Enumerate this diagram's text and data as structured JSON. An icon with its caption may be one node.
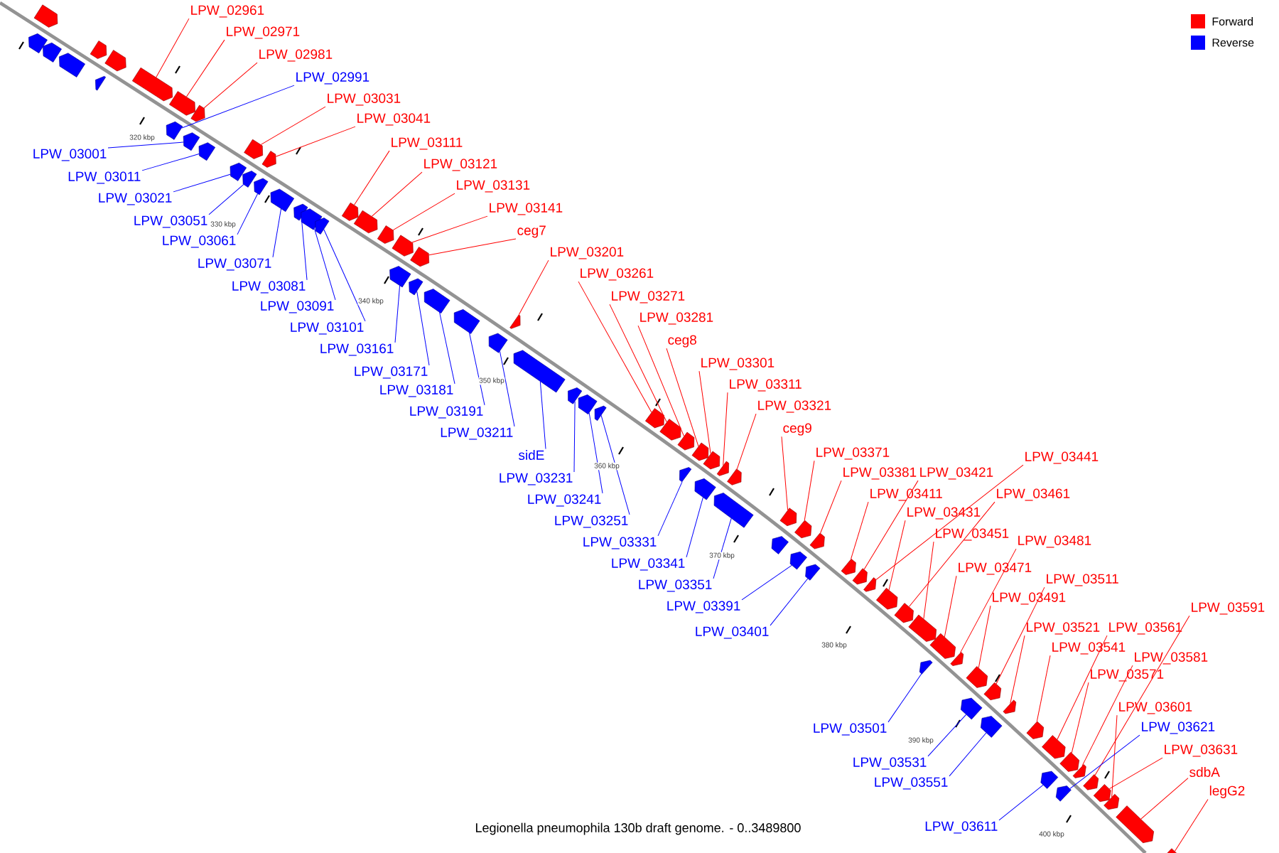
{
  "diagram": {
    "caption": "Legionella pneumophila 130b draft genome. - 0..3489800",
    "nodes": [
      {
        "text": [
          "LPW_02961"
        ]
      },
      {
        "text": [
          "LPW_02971"
        ]
      },
      {
        "text": [
          "LPW_02981"
        ]
      },
      {
        "text": [
          "LPW_02991"
        ]
      },
      {
        "text": [
          "LPW_03031"
        ]
      },
      {
        "text": [
          "LPW_03041"
        ]
      },
      {
        "text": [
          "LPW_03111"
        ]
      },
      {
        "text": [
          "LPW_03001"
        ]
      },
      {
        "text": [
          "LPW_03121"
        ]
      },
      {
        "text": [
          "LPW_03011"
        ]
      },
      {
        "text": [
          "LPW_03131"
        ]
      },
      {
        "text": [
          "LPW_03021"
        ]
      },
      {
        "text": [
          "LPW_03141"
        ]
      },
      {
        "text": [
          "LPW_03051"
        ]
      },
      {
        "text": [
          "ceg7"
        ]
      },
      {
        "text": [
          "LPW_03061"
        ]
      },
      {
        "text": [
          "LPW_03201"
        ]
      },
      {
        "text": [
          "LPW_03071"
        ]
      },
      {
        "text": [
          "LPW_03261"
        ]
      },
      {
        "text": [
          "LPW_03081"
        ]
      },
      {
        "text": [
          "LPW_03271"
        ]
      },
      {
        "text": [
          "LPW_03091"
        ]
      },
      {
        "text": [
          "LPW_03281"
        ]
      },
      {
        "text": [
          "LPW_03101"
        ]
      },
      {
        "text": [
          "ceg8"
        ]
      },
      {
        "text": [
          "LPW_03161"
        ]
      },
      {
        "text": [
          "LPW_03301"
        ]
      },
      {
        "text": [
          "LPW_03171"
        ]
      },
      {
        "text": [
          "LPW_03311"
        ]
      },
      {
        "text": [
          "LPW_03181"
        ]
      },
      {
        "text": [
          "LPW_03321"
        ]
      },
      {
        "text": [
          "LPW_03191"
        ]
      },
      {
        "text": [
          "ceg9"
        ]
      },
      {
        "text": [
          "LPW_03211"
        ]
      },
      {
        "text": [
          "LPW_03371"
        ]
      },
      {
        "text": [
          "sidE"
        ]
      },
      {
        "text": [
          "LPW_03441"
        ]
      },
      {
        "text": [
          "LPW_03381"
        ]
      },
      {
        "text": [
          "LPW_03421"
        ]
      },
      {
        "text": [
          "LPW_03231"
        ]
      },
      {
        "text": [
          "LPW_03411"
        ]
      },
      {
        "text": [
          "LPW_03461"
        ]
      },
      {
        "text": [
          "LPW_03241"
        ]
      },
      {
        "text": [
          "LPW_03431"
        ]
      },
      {
        "text": [
          "LPW_03251"
        ]
      },
      {
        "text": [
          "LPW_03451"
        ]
      },
      {
        "text": [
          "LPW_03481"
        ]
      },
      {
        "text": [
          "LPW_03331"
        ]
      },
      {
        "text": [
          "LPW_03341"
        ]
      },
      {
        "text": [
          "LPW_03471"
        ]
      },
      {
        "text": [
          "LPW_03511"
        ]
      },
      {
        "text": [
          "LPW_03351"
        ]
      },
      {
        "text": [
          "LPW_03491"
        ]
      },
      {
        "text": [
          "LPW_03391"
        ]
      },
      {
        "text": [
          "LPW_03591"
        ]
      },
      {
        "text": [
          "LPW_03521"
        ]
      },
      {
        "text": [
          "LPW_03561"
        ]
      },
      {
        "text": [
          "LPW_03401"
        ]
      },
      {
        "text": [
          "LPW_03541"
        ]
      },
      {
        "text": [
          "LPW_03581"
        ]
      },
      {
        "text": [
          "LPW_03571"
        ]
      },
      {
        "text": [
          "LPW_03601"
        ]
      },
      {
        "text": [
          "LPW_03621"
        ]
      },
      {
        "text": [
          "LPW_03501"
        ]
      },
      {
        "text": [
          "LPW_03631"
        ]
      },
      {
        "text": [
          "LPW_03531"
        ]
      },
      {
        "text": [
          "sdbA"
        ]
      },
      {
        "text": [
          "LPW_03551"
        ]
      },
      {
        "text": [
          "legG2"
        ]
      },
      {
        "text": [
          "LPW_03611"
        ]
      },
      {
        "text": [],
        "shape": "pentagon"
      },
      {
        "text": [],
        "shape": "pentagon"
      },
      {
        "text": [],
        "shape": "pentagon"
      },
      {
        "text": [],
        "shape": "pentagon"
      },
      {
        "text": [],
        "shape": "pentagon"
      },
      {
        "text": [],
        "shape": "pentagon"
      },
      {
        "text": [],
        "shape": "pentagon"
      },
      {
        "text": [],
        "shape": "pentagon"
      },
      {
        "text": [],
        "shape": "pentagon"
      },
      {
        "text": [],
        "shape": "pentagon"
      },
      {
        "text": [],
        "shape": "pentagon"
      },
      {
        "text": [],
        "shape": "pentagon"
      },
      {
        "text": [],
        "shape": "pentagon"
      },
      {
        "text": [],
        "shape": "pentagon"
      },
      {
        "text": [],
        "shape": "pentagon"
      },
      {
        "text": [],
        "shape": "pentagon"
      },
      {
        "text": [],
        "shape": "pentagon"
      },
      {
        "text": [],
        "shape": "pentagon"
      },
      {
        "text": [],
        "shape": "pentagon"
      },
      {
        "text": [],
        "shape": "pentagon"
      },
      {
        "text": [],
        "shape": "pentagon"
      },
      {
        "text": [],
        "shape": "pentagon"
      },
      {
        "text": [],
        "shape": "pentagon"
      },
      {
        "text": [],
        "shape": "pentagon"
      },
      {
        "text": [],
        "shape": "pentagon"
      },
      {
        "text": [],
        "shape": "pentagon"
      },
      {
        "text": [],
        "shape": "pentagon"
      },
      {
        "text": [],
        "shape": "pentagon"
      },
      {
        "text": [],
        "shape": "pentagon"
      },
      {
        "text": [],
        "shape": "pentagon"
      },
      {
        "text": [],
        "shape": "pentagon"
      },
      {
        "text": [],
        "shape": "pentagon"
      },
      {
        "text": [],
        "shape": "pentagon"
      },
      {
        "text": [],
        "shape": "pentagon"
      },
      {
        "text": [],
        "shape": "pentagon"
      },
      {
        "text": [],
        "shape": "pentagon"
      },
      {
        "text": [],
        "shape": "pentagon"
      },
      {
        "text": [],
        "shape": "pentagon"
      },
      {
        "text": [],
        "shape": "pentagon"
      },
      {
        "text": [],
        "shape": "pentagon"
      },
      {
        "text": [],
        "shape": "pentagon"
      },
      {
        "text": [],
        "shape": "pentagon"
      },
      {
        "text": [],
        "shape": "pentagon"
      },
      {
        "text": [],
        "shape": "pentagon"
      },
      {
        "text": [],
        "shape": "pentagon"
      },
      {
        "text": [],
        "shape": "pentagon"
      },
      {
        "text": [],
        "shape": "pentagon"
      },
      {
        "text": [],
        "shape": "pentagon"
      },
      {
        "text": [],
        "shape": "pentagon"
      },
      {
        "text": [],
        "shape": "pentagon"
      },
      {
        "text": [],
        "shape": "pentagon"
      },
      {
        "text": [],
        "shape": "pentagon"
      },
      {
        "text": [],
        "shape": "pentagon"
      },
      {
        "text": [],
        "shape": "pentagon"
      },
      {
        "text": [],
        "shape": "pentagon"
      },
      {
        "text": [],
        "shape": "pentagon"
      },
      {
        "text": [],
        "shape": "pentagon"
      },
      {
        "text": [],
        "shape": "pentagon"
      },
      {
        "text": [],
        "shape": "pentagon"
      },
      {
        "text": [],
        "shape": "pentagon"
      },
      {
        "text": [],
        "shape": "pentagon"
      },
      {
        "text": [],
        "shape": "pentagon"
      },
      {
        "text": [],
        "shape": "pentagon"
      },
      {
        "text": [],
        "shape": "pentagon"
      },
      {
        "text": [],
        "shape": "pentagon"
      },
      {
        "text": [],
        "shape": "pentagon"
      },
      {
        "text": [],
        "shape": "pentagon"
      },
      {
        "text": [],
        "shape": "pentagon"
      },
      {
        "text": [],
        "shape": "pentagon"
      },
      {
        "text": [],
        "shape": "pentagon"
      },
      {
        "text": [],
        "shape": "pentagon"
      },
      {
        "text": [],
        "shape": "pentagon"
      },
      {
        "text": [],
        "shape": "pentagon"
      },
      {
        "text": [],
        "shape": "pentagon"
      },
      {
        "text": [],
        "shape": "pentagon"
      },
      {
        "text": [],
        "shape": "pentagon"
      },
      {
        "text": [],
        "shape": "pentagon"
      },
      {
        "text": [],
        "shape": "pentagon"
      }
    ],
    "edges": [
      {
        "from": 0,
        "to": 70,
        "arrow": "none"
      },
      {
        "from": 1,
        "to": 71,
        "arrow": "none"
      },
      {
        "from": 2,
        "to": 72,
        "arrow": "none"
      },
      {
        "from": 3,
        "to": 73,
        "arrow": "none",
        "color": "#0000ff"
      },
      {
        "from": 4,
        "to": 74,
        "arrow": "none"
      },
      {
        "from": 5,
        "to": 75,
        "arrow": "none"
      },
      {
        "from": 6,
        "to": 76,
        "arrow": "none"
      },
      {
        "from": 7,
        "to": 77,
        "arrow": "none",
        "color": "#0000ff"
      },
      {
        "from": 8,
        "to": 78,
        "arrow": "none"
      },
      {
        "from": 9,
        "to": 79,
        "arrow": "none",
        "color": "#0000ff"
      },
      {
        "from": 10,
        "to": 80,
        "arrow": "none"
      },
      {
        "from": 11,
        "to": 81,
        "arrow": "none",
        "color": "#0000ff"
      },
      {
        "from": 12,
        "to": 82,
        "arrow": "none"
      },
      {
        "from": 13,
        "to": 83,
        "arrow": "none",
        "color": "#0000ff"
      },
      {
        "from": 14,
        "to": 84,
        "arrow": "none"
      },
      {
        "from": 15,
        "to": 85,
        "arrow": "none",
        "color": "#0000ff"
      },
      {
        "from": 16,
        "to": 86,
        "arrow": "none"
      },
      {
        "from": 17,
        "to": 87,
        "arrow": "none",
        "color": "#0000ff"
      },
      {
        "from": 18,
        "to": 88,
        "arrow": "none"
      },
      {
        "from": 19,
        "to": 89,
        "arrow": "none",
        "color": "#0000ff"
      },
      {
        "from": 20,
        "to": 90,
        "arrow": "none"
      },
      {
        "from": 21,
        "to": 91,
        "arrow": "none",
        "color": "#0000ff"
      },
      {
        "from": 22,
        "to": 92,
        "arrow": "none"
      },
      {
        "from": 23,
        "to": 93,
        "arrow": "none",
        "color": "#0000ff"
      },
      {
        "from": 24,
        "to": 94,
        "arrow": "none"
      },
      {
        "from": 25,
        "to": 95,
        "arrow": "none",
        "color": "#0000ff"
      },
      {
        "from": 26,
        "to": 96,
        "arrow": "none"
      },
      {
        "from": 27,
        "to": 97,
        "arrow": "none",
        "color": "#0000ff"
      },
      {
        "from": 28,
        "to": 98,
        "arrow": "none"
      },
      {
        "from": 29,
        "to": 99,
        "arrow": "none",
        "color": "#0000ff"
      },
      {
        "from": 30,
        "to": 100,
        "arrow": "none"
      },
      {
        "from": 31,
        "to": 101,
        "arrow": "none",
        "color": "#0000ff"
      },
      {
        "from": 32,
        "to": 102,
        "arrow": "none"
      },
      {
        "from": 33,
        "to": 103,
        "arrow": "none",
        "color": "#0000ff"
      },
      {
        "from": 34,
        "to": 104,
        "arrow": "none"
      },
      {
        "from": 35,
        "to": 105,
        "arrow": "none",
        "color": "#0000ff"
      },
      {
        "from": 36,
        "to": 106,
        "arrow": "none"
      },
      {
        "from": 37,
        "to": 107,
        "arrow": "none"
      },
      {
        "from": 38,
        "to": 108,
        "arrow": "none"
      },
      {
        "from": 39,
        "to": 109,
        "arrow": "none",
        "color": "#0000ff"
      },
      {
        "from": 40,
        "to": 110,
        "arrow": "none"
      },
      {
        "from": 41,
        "to": 111,
        "arrow": "none"
      },
      {
        "from": 42,
        "to": 112,
        "arrow": "none",
        "color": "#0000ff"
      },
      {
        "from": 43,
        "to": 113,
        "arrow": "none"
      },
      {
        "from": 44,
        "to": 114,
        "arrow": "none",
        "color": "#0000ff"
      },
      {
        "from": 45,
        "to": 115,
        "arrow": "none"
      },
      {
        "from": 46,
        "to": 116,
        "arrow": "none"
      },
      {
        "from": 47,
        "to": 117,
        "arrow": "none",
        "color": "#0000ff"
      },
      {
        "from": 48,
        "to": 118,
        "arrow": "none",
        "color": "#0000ff"
      },
      {
        "from": 49,
        "to": 119,
        "arrow": "none"
      },
      {
        "from": 50,
        "to": 120,
        "arrow": "none"
      },
      {
        "from": 51,
        "to": 121,
        "arrow": "none",
        "color": "#0000ff"
      },
      {
        "from": 52,
        "to": 122,
        "arrow": "none"
      },
      {
        "from": 53,
        "to": 123,
        "arrow": "none",
        "color": "#0000ff"
      },
      {
        "from": 54,
        "to": 124,
        "arrow": "none"
      },
      {
        "from": 55,
        "to": 125,
        "arrow": "none"
      },
      {
        "from": 56,
        "to": 126,
        "arrow": "none"
      },
      {
        "from": 57,
        "to": 127,
        "arrow": "none",
        "color": "#0000ff"
      },
      {
        "from": 58,
        "to": 128,
        "arrow": "none"
      },
      {
        "from": 59,
        "to": 129,
        "arrow": "none"
      },
      {
        "from": 60,
        "to": 130,
        "arrow": "none"
      },
      {
        "from": 61,
        "to": 131,
        "arrow": "none"
      },
      {
        "from": 62,
        "to": 132,
        "arrow": "none",
        "color": "#0000ff"
      },
      {
        "from": 63,
        "to": 133,
        "arrow": "none",
        "color": "#0000ff"
      },
      {
        "from": 64,
        "to": 134,
        "arrow": "none"
      },
      {
        "from": 65,
        "to": 135,
        "arrow": "none",
        "color": "#0000ff"
      },
      {
        "from": 66,
        "to": 136,
        "arrow": "none"
      },
      {
        "from": 67,
        "to": 137,
        "arrow": "none",
        "color": "#0000ff"
      },
      {
        "from": 68,
        "to": 138,
        "arrow": "none"
      },
      {
        "from": 69,
        "to": 139,
        "arrow": "none",
        "color": "#0000ff"
      }
    ],
    "labels": [
      "320 kbp",
      "330 kbp",
      "340 kbp",
      "350 kbp",
      "360 kbp",
      "370 kbp",
      "380 kbp",
      "390 kbp",
      "400 kbp"
    ],
    "legend": [
      {
        "text": "Forward",
        "color": "#ff0000"
      },
      {
        "text": "Reverse",
        "color": "#0000ff"
      }
    ]
  }
}
